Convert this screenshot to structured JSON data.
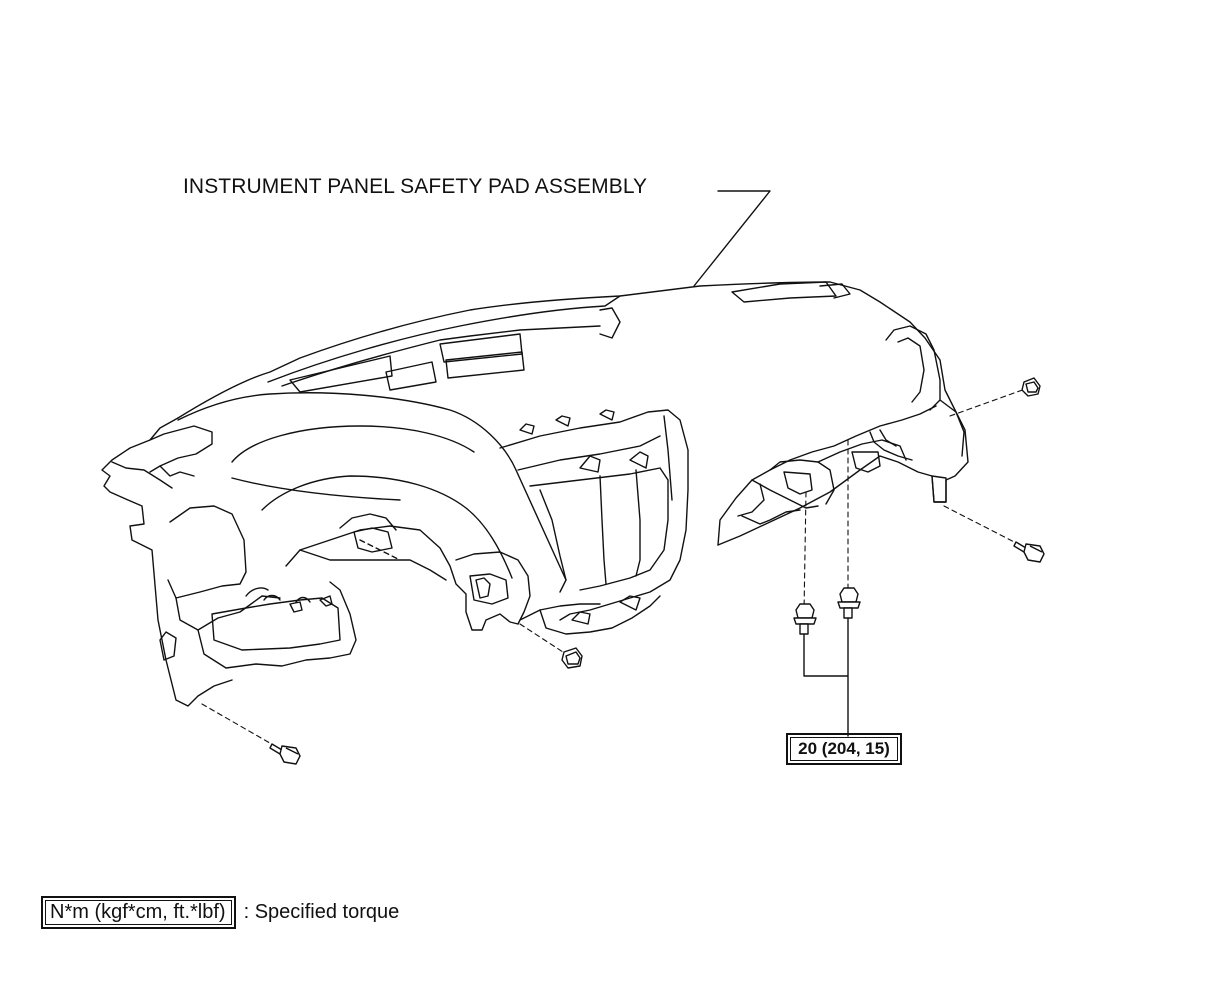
{
  "part_label": "INSTRUMENT PANEL SAFETY PAD ASSEMBLY",
  "torque_value": "20 (204, 15)",
  "legend": {
    "unit_box": "N*m (kgf*cm, ft.*lbf)",
    "description": ": Specified torque"
  },
  "colors": {
    "line": "#111111",
    "background": "#ffffff"
  }
}
